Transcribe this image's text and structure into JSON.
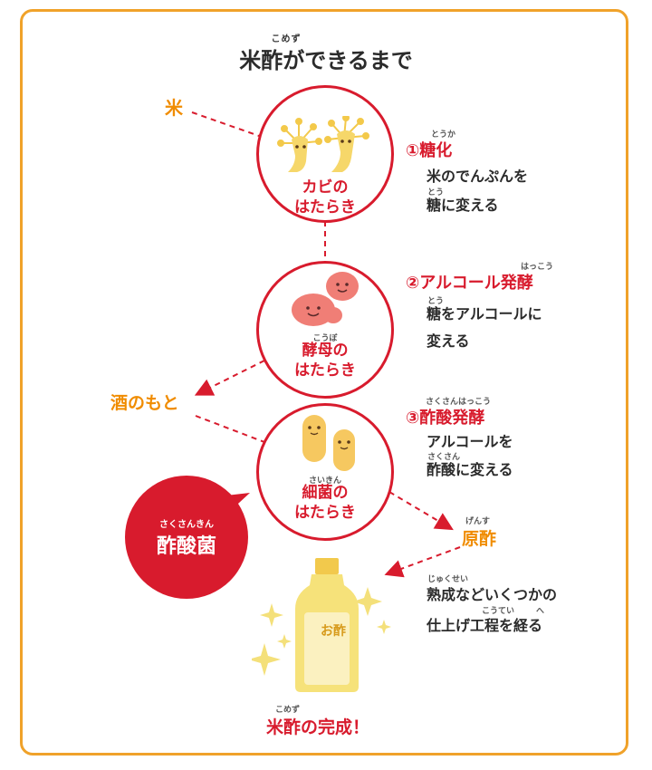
{
  "title": {
    "ruby": "こめず",
    "main": "米酢ができるまで"
  },
  "inputs": {
    "rice": "米",
    "sake_base": "酒のもと",
    "raw_vinegar": "原酢",
    "raw_vinegar_ruby": "げんす"
  },
  "circles": [
    {
      "label_line1": "カビの",
      "label_line2": "はたらき",
      "ruby": ""
    },
    {
      "label_line1": "酵母の",
      "label_line2": "はたらき",
      "ruby": "こうぼ"
    },
    {
      "label_line1": "細菌の",
      "label_line2": "はたらき",
      "ruby": "さいきん"
    }
  ],
  "steps": [
    {
      "title": "①糖化",
      "title_ruby": "とうか",
      "desc_line1": "米のでんぷんを",
      "desc_ruby": "とう",
      "desc_line2": "糖に変える"
    },
    {
      "title": "②アルコール発酵",
      "title_ruby": "はっこう",
      "desc_ruby": "とう",
      "desc_line1": "糖をアルコールに",
      "desc_line2": "変える"
    },
    {
      "title": "③酢酸発酵",
      "title_ruby": "さくさんはっこう",
      "desc_line1": "アルコールを",
      "desc_ruby": "さくさん",
      "desc_line2": "酢酸に変える"
    }
  ],
  "bubble": {
    "ruby": "さくさんきん",
    "label": "酢酸菌"
  },
  "process": {
    "ruby1": "じゅくせい",
    "line1": "熟成などいくつかの",
    "ruby2": "こうてい",
    "ruby3": "へ",
    "line2": "仕上げ工程を経る"
  },
  "bottle_label": "お酢",
  "final": {
    "ruby": "こめず",
    "label": "米酢の完成！"
  },
  "colors": {
    "red": "#d81b2d",
    "orange": "#f08c00",
    "frame": "#f0a22a",
    "yellow": "#f4e07a"
  }
}
